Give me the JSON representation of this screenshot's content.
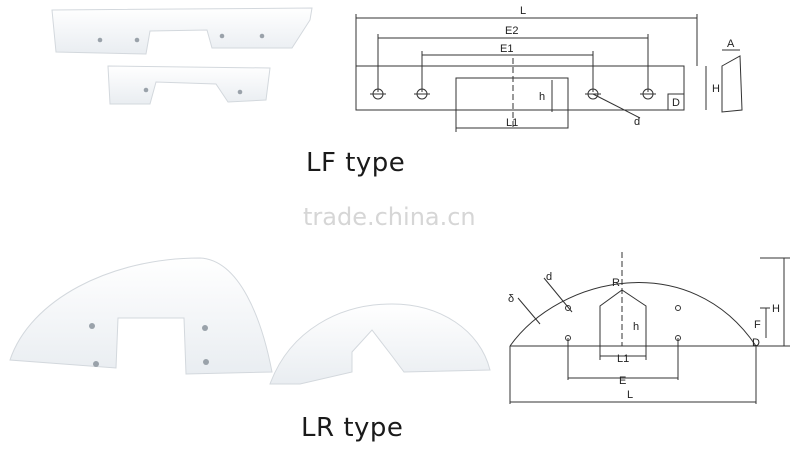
{
  "captions": {
    "lf": "LF type",
    "lr": "LR type"
  },
  "watermark": "trade.china.cn",
  "lf_drawing": {
    "L": "L",
    "E2": "E2",
    "E1": "E1",
    "L1": "L1",
    "h": "h",
    "D": "D",
    "H": "H",
    "A": "A",
    "d": "d"
  },
  "lr_drawing": {
    "d": "d",
    "R": "R",
    "delta": "δ",
    "h": "h",
    "H": "H",
    "F": "F",
    "D": "D",
    "L1": "L1",
    "E": "E",
    "L": "L"
  },
  "colors": {
    "part": "#f4f6f8",
    "line": "#333333",
    "shadow": "#c9ced4"
  }
}
